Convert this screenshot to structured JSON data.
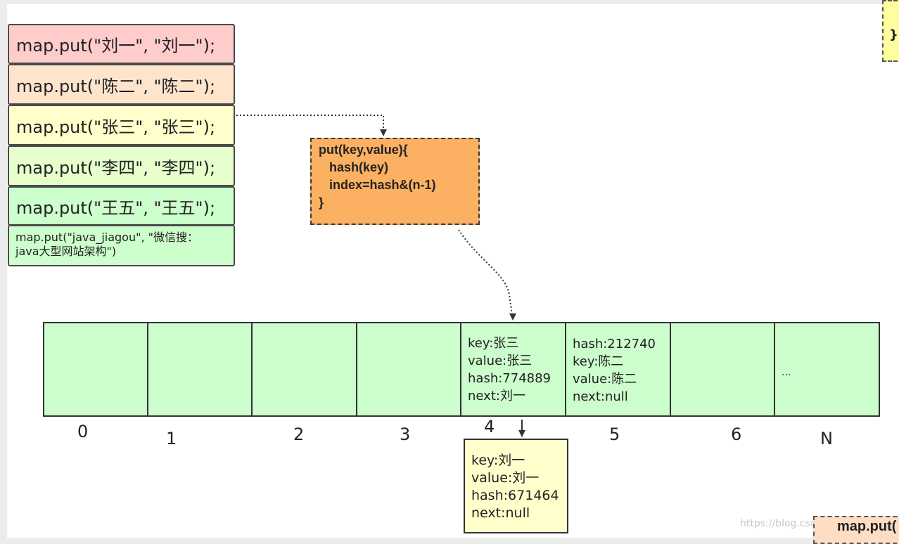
{
  "put_calls": [
    {
      "text": "map.put(\"刘一\", \"刘一\");",
      "color": "#ffcccc"
    },
    {
      "text": "map.put(\"陈二\", \"陈二\");",
      "color": "#ffe4cc"
    },
    {
      "text": "map.put(\"张三\", \"张三\");",
      "color": "#ffffcc"
    },
    {
      "text": "map.put(\"李四\", \"李四\");",
      "color": "#e6ffcc"
    },
    {
      "text": "map.put(\"王五\", \"王五\");",
      "color": "#ccffcc"
    },
    {
      "text_line1": "map.put(\"java_jiagou\", \"微信搜：",
      "text_line2": "java大型网站架构\")",
      "color": "#ccffcc"
    }
  ],
  "put_function": {
    "lines": [
      "put(key,value){",
      "   hash(key)",
      "   index=hash&(n-1)",
      "}"
    ],
    "color": "#fcb061"
  },
  "buckets": [
    {
      "index": "0",
      "lines": []
    },
    {
      "index": "1",
      "lines": []
    },
    {
      "index": "2",
      "lines": []
    },
    {
      "index": "3",
      "lines": []
    },
    {
      "index": "4",
      "lines": [
        "key:张三",
        "value:张三",
        "hash:774889",
        "next:刘一"
      ]
    },
    {
      "index": "5",
      "lines": [
        "hash:212740",
        "key:陈二",
        "value:陈二",
        "next:null"
      ]
    },
    {
      "index": "6",
      "lines": []
    },
    {
      "index": "N",
      "lines": [
        "..."
      ]
    }
  ],
  "bucket_color": "#ccfdcc",
  "linked_node": {
    "lines": [
      "key:刘一",
      "value:刘一",
      "hash:671464",
      "next:null"
    ],
    "color": "#ffffcc"
  },
  "corner_top_right": {
    "text": "}"
  },
  "corner_bottom_right": {
    "text": "map.put("
  },
  "watermark": "https://blog.csdn.net/weixin_"
}
